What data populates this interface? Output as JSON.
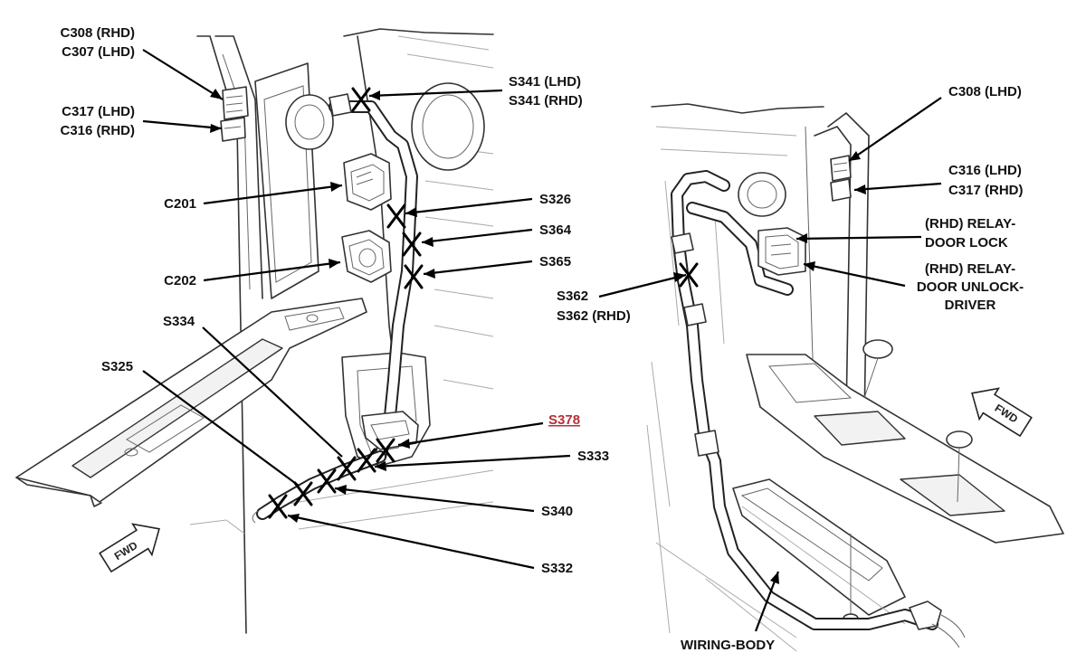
{
  "labels": {
    "c308_rhd": "C308 (RHD)",
    "c307_lhd": "C307 (LHD)",
    "c317_lhd": "C317 (LHD)",
    "c316_rhd": "C316 (RHD)",
    "s341_lhd": "S341 (LHD)",
    "s341_rhd": "S341 (RHD)",
    "c201": "C201",
    "s326": "S326",
    "s364": "S364",
    "s365": "S365",
    "c202": "C202",
    "s334": "S334",
    "s325": "S325",
    "s378": "S378",
    "s333": "S333",
    "s340": "S340",
    "s332": "S332",
    "c308_lhd": "C308 (LHD)",
    "c316_lhd": "C316 (LHD)",
    "c317_rhd": "C317 (RHD)",
    "relay_lock_1": "(RHD) RELAY-",
    "relay_lock_2": "DOOR LOCK",
    "relay_unlock_1": "(RHD) RELAY-",
    "relay_unlock_2": "DOOR UNLOCK-",
    "relay_unlock_3": "DRIVER",
    "s362": "S362",
    "s362_rhd": "S362 (RHD)",
    "wiring_body": "WIRING-BODY",
    "fwd_left": "FWD",
    "fwd_right": "FWD"
  },
  "colors": {
    "label": "#111111",
    "highlight_label": "#b5303a",
    "line": "#333333"
  }
}
